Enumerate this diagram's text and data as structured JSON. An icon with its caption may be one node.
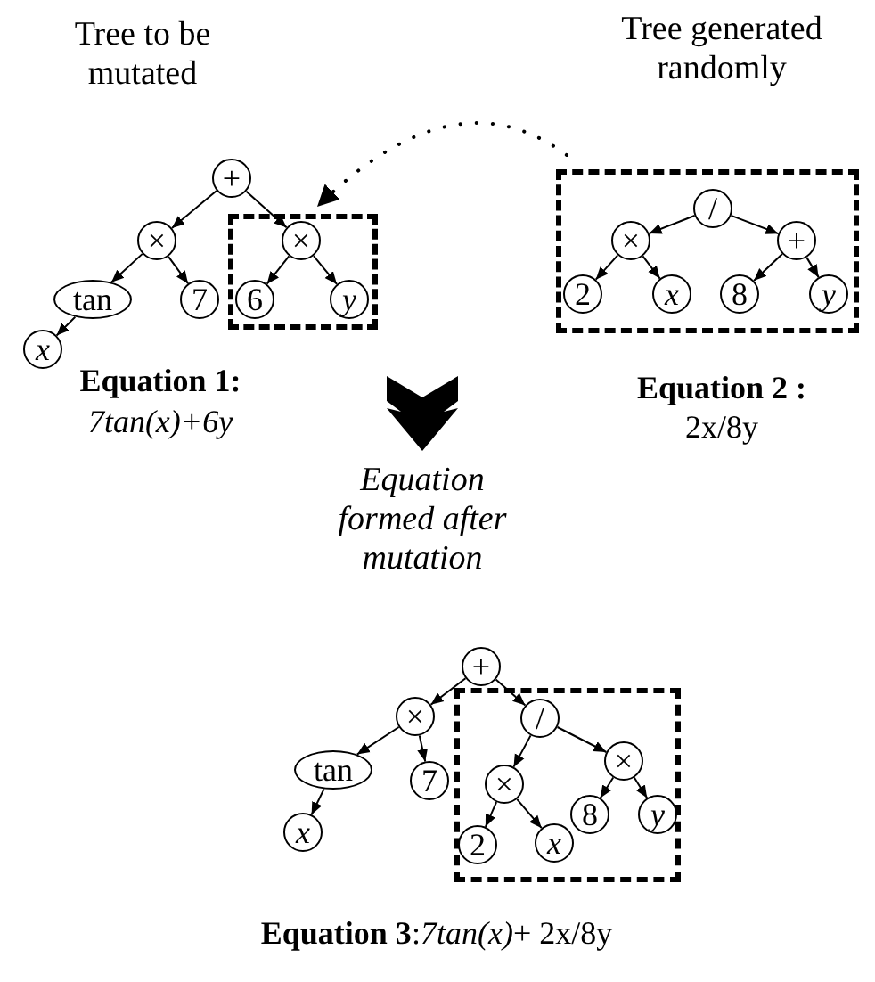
{
  "diagram": {
    "nodes": [
      {
        "text": [
          "+"
        ]
      },
      {
        "text": [
          "×"
        ]
      },
      {
        "text": [],
        "shape": "box"
      },
      {
        "text": [
          "×"
        ],
        "in": 2
      },
      {
        "text": [
          "tan"
        ]
      },
      {
        "text": [
          "7"
        ]
      },
      {
        "text": [
          "6"
        ],
        "in": 2
      },
      {
        "text": [
          "y"
        ],
        "in": 2
      },
      {
        "text": [
          "x"
        ]
      },
      {
        "text": [],
        "shape": "box"
      },
      {
        "text": [
          "/"
        ],
        "in": 9
      },
      {
        "text": [
          "×"
        ],
        "in": 9
      },
      {
        "text": [
          "+"
        ],
        "in": 9
      },
      {
        "text": [
          "2"
        ],
        "in": 9
      },
      {
        "text": [
          "x"
        ],
        "in": 9
      },
      {
        "text": [
          "8"
        ],
        "in": 9
      },
      {
        "text": [
          "y"
        ],
        "in": 9
      },
      {
        "text": [
          "Equation formed after mutation"
        ]
      },
      {
        "text": [
          "+"
        ]
      },
      {
        "text": [
          "×"
        ]
      },
      {
        "text": [],
        "shape": "box"
      },
      {
        "text": [
          "/"
        ],
        "in": 20
      },
      {
        "text": [
          "tan"
        ]
      },
      {
        "text": [
          "7"
        ]
      },
      {
        "text": [
          "×"
        ],
        "in": 20
      },
      {
        "text": [
          "×"
        ],
        "in": 20
      },
      {
        "text": [
          "x"
        ]
      },
      {
        "text": [
          "2"
        ],
        "in": 20
      },
      {
        "text": [
          "x"
        ],
        "in": 20
      },
      {
        "text": [
          "8"
        ],
        "in": 20
      },
      {
        "text": [
          "y"
        ],
        "in": 20
      }
    ],
    "edges": [
      {
        "from": 0,
        "to": 1,
        "arrow": "to"
      },
      {
        "from": 0,
        "to": 3,
        "arrow": "to"
      },
      {
        "from": 1,
        "to": 4,
        "arrow": "to"
      },
      {
        "from": 1,
        "to": 5,
        "arrow": "to"
      },
      {
        "from": 4,
        "to": 8,
        "arrow": "to"
      },
      {
        "from": 3,
        "to": 6,
        "arrow": "to"
      },
      {
        "from": 3,
        "to": 7,
        "arrow": "to"
      },
      {
        "from": 9,
        "to": 2,
        "arrow": "to",
        "style": "dashed"
      },
      {
        "from": 10,
        "to": 11,
        "arrow": "to"
      },
      {
        "from": 10,
        "to": 12,
        "arrow": "to"
      },
      {
        "from": 11,
        "to": 13,
        "arrow": "to"
      },
      {
        "from": 11,
        "to": 14,
        "arrow": "to"
      },
      {
        "from": 12,
        "to": 15,
        "arrow": "to"
      },
      {
        "from": 12,
        "to": 16,
        "arrow": "to"
      },
      {
        "from": null,
        "to": 17,
        "arrow": "to",
        "style": "thick"
      },
      {
        "from": 18,
        "to": 19,
        "arrow": "to"
      },
      {
        "from": 18,
        "to": 21,
        "arrow": "to"
      },
      {
        "from": 19,
        "to": 22,
        "arrow": "to"
      },
      {
        "from": 19,
        "to": 23,
        "arrow": "to"
      },
      {
        "from": 22,
        "to": 26,
        "arrow": "to"
      },
      {
        "from": 21,
        "to": 24,
        "arrow": "to"
      },
      {
        "from": 21,
        "to": 25,
        "arrow": "to"
      },
      {
        "from": 24,
        "to": 27,
        "arrow": "to"
      },
      {
        "from": 24,
        "to": 28,
        "arrow": "to"
      },
      {
        "from": 25,
        "to": 29,
        "arrow": "to"
      },
      {
        "from": 25,
        "to": 30,
        "arrow": "to"
      }
    ],
    "labels": [
      "Tree to be mutated",
      "Tree generated randomly",
      "Equation 1:",
      "7tan(x)+6y",
      "Equation 2 :",
      "2x/8y",
      "**Equation 3**:*7tan(x)*+ 2x/8y"
    ]
  }
}
